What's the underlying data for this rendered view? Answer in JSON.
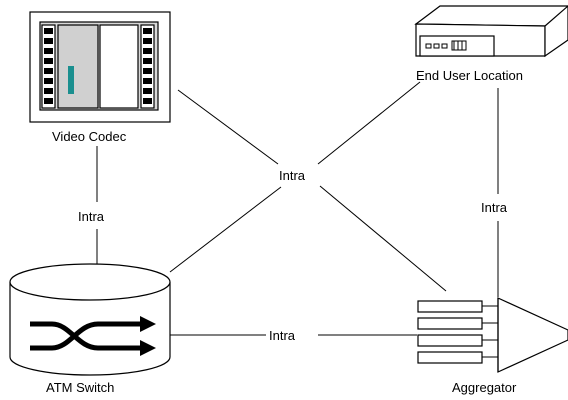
{
  "nodes": {
    "video_codec": "Video Codec",
    "end_user": "End User Location",
    "atm_switch": "ATM Switch",
    "aggregator": "Aggregator"
  },
  "edges": {
    "codec_to_switch": "Intra",
    "center_cross": "Intra",
    "enduser_to_aggregator": "Intra",
    "switch_to_aggregator": "Intra"
  },
  "colors": {
    "codec_screen_bar": "#1a8f8f",
    "ink": "#000000",
    "device_fill": "#ffffff",
    "codec_bg": "#d8d8d8"
  }
}
